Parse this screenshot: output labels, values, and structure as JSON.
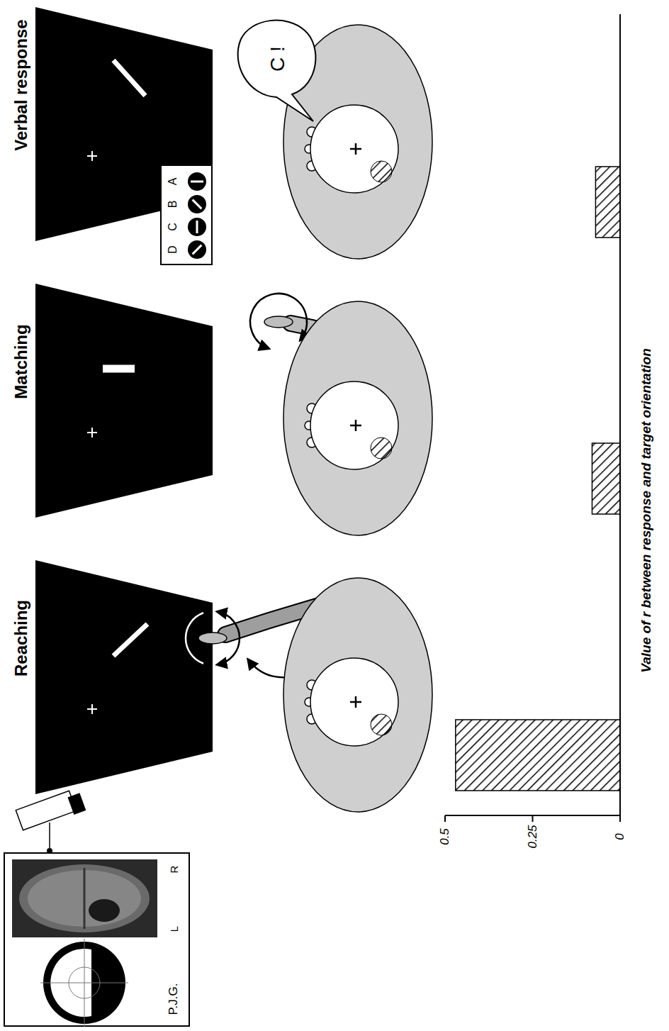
{
  "diagram": {
    "nodes": [
      {
        "text": [
          "C !"
        ]
      },
      {
        "text": [
          "A",
          "B",
          "C",
          "D"
        ]
      },
      {
        "text": [
          "L",
          "R",
          "P.J.G."
        ]
      }
    ],
    "labels": [
      "Verbal response",
      "Matching",
      "Reaching",
      "0.5",
      "0.25",
      "0",
      "Value of r between response and target orientation"
    ]
  }
}
